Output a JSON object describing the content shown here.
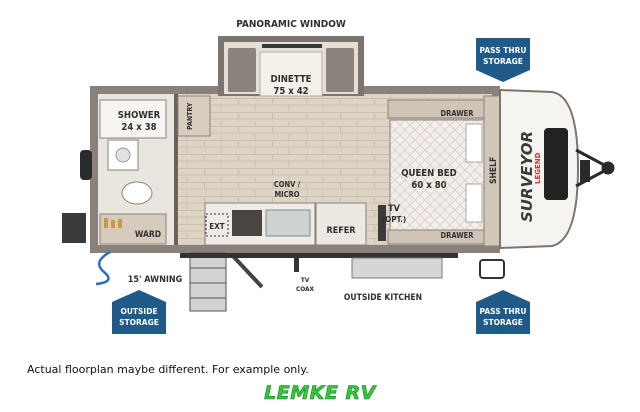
{
  "floorplan": {
    "labels": {
      "panoramic_window": "PANORAMIC WINDOW",
      "dinette": [
        "DINETTE",
        "75 x 42"
      ],
      "shower": [
        "SHOWER",
        "24 x 38"
      ],
      "pantry": "PANTRY",
      "drawer_top": "DRAWER",
      "drawer_bottom": "DRAWER",
      "queen_bed": [
        "QUEEN BED",
        "60 x 80"
      ],
      "shelf": "SHELF",
      "conv_micro": [
        "CONV /",
        "MICRO"
      ],
      "tv": [
        "TV",
        "(OPT.)"
      ],
      "refer": "REFER",
      "ext": "EXT",
      "ward": "WARD",
      "awning": "15' AWNING",
      "tv_coax": [
        "TV",
        "COAX"
      ],
      "outside_kitchen": "OUTSIDE KITCHEN",
      "brand": [
        "SURVEYOR",
        "LEGEND"
      ]
    },
    "tags": {
      "top_right": [
        "PASS THRU",
        "STORAGE"
      ],
      "bottom_left": [
        "OUTSIDE",
        "STORAGE"
      ],
      "bottom_right": [
        "PASS THRU",
        "STORAGE"
      ]
    },
    "colors": {
      "tag_blue": "#1f5a88",
      "wall": "#6b625b",
      "floor": "#ddd4c5",
      "dealer_green": "#32c93a"
    }
  },
  "footer": {
    "note": "Actual floorplan maybe different. For example only.",
    "dealer": "LEMKE RV"
  }
}
